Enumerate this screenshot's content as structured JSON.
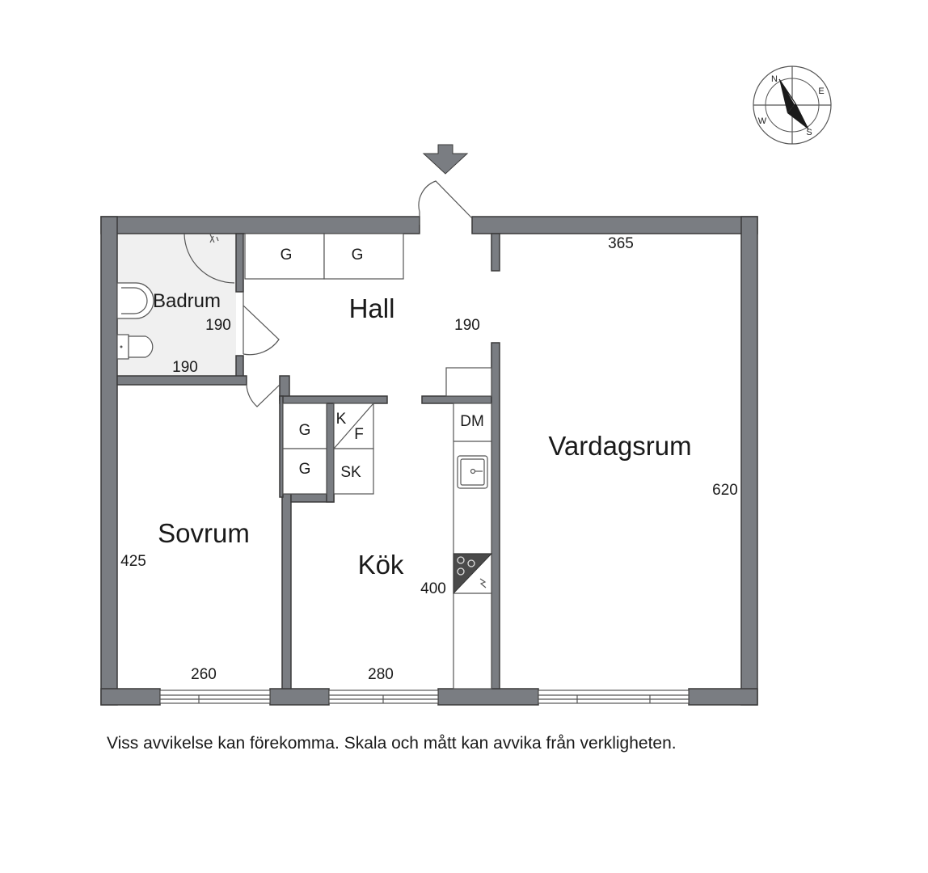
{
  "rooms": {
    "bathroom": "Badrum",
    "hall": "Hall",
    "living_room": "Vardagsrum",
    "bedroom": "Sovrum",
    "kitchen": "Kök"
  },
  "dimensions": {
    "bathroom_height": "190",
    "bathroom_width": "190",
    "hall_depth": "190",
    "living_width": "365",
    "living_depth": "620",
    "bedroom_depth": "425",
    "bedroom_width": "260",
    "kitchen_depth": "400",
    "kitchen_width": "280"
  },
  "fixtures": {
    "wardrobe_g": "G",
    "fridge_k": "K",
    "freezer_f": "F",
    "cabinet_sk": "SK",
    "dishwasher_dm": "DM"
  },
  "compass": {
    "n": "N",
    "e": "E",
    "s": "S",
    "w": "W"
  },
  "disclaimer": "Viss avvikelse kan förekomma. Skala och mått kan avvika från verkligheten.",
  "colors": {
    "wall": "#7a7d82",
    "arrow": "#7a7d82"
  }
}
